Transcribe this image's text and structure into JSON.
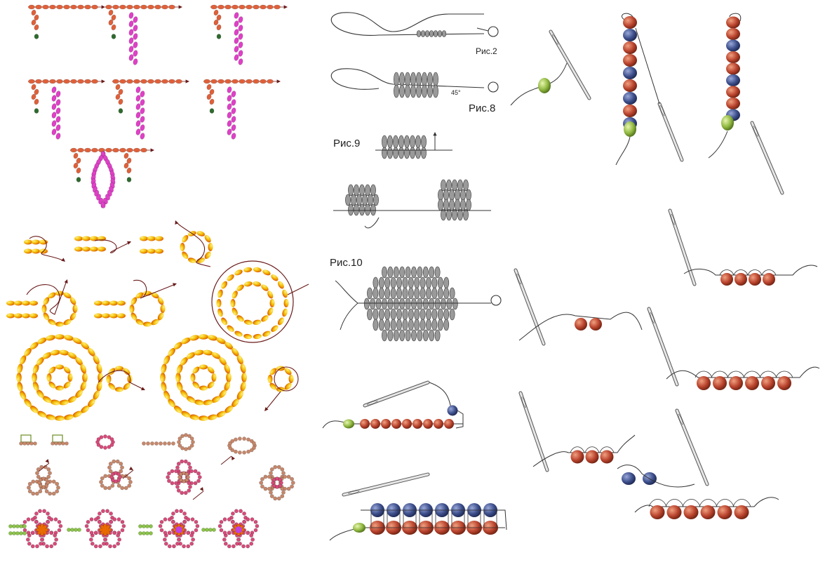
{
  "labels": {
    "fig2": "Рис.2",
    "fig8": "Рис.8",
    "fig9": "Рис.9",
    "fig10": "Рис.10",
    "angle": "45°"
  },
  "colors": {
    "salmon_bead": "#e0603a",
    "pink_bead": "#e040c8",
    "green_bead": "#2e6a2e",
    "yellow_bead": "#f2b600",
    "orange_bead": "#e86a00",
    "tan_bead": "#c8876a",
    "rose_bead": "#d94a7a",
    "light_green_bead": "#8cc44a",
    "purple_center": "#c040e0",
    "red_bead": "#b9432d",
    "navy_bead": "#3d4f8c",
    "grey_bead": "#9a9a9a",
    "thread": "#333333",
    "arrow": "#6a1a1a"
  }
}
